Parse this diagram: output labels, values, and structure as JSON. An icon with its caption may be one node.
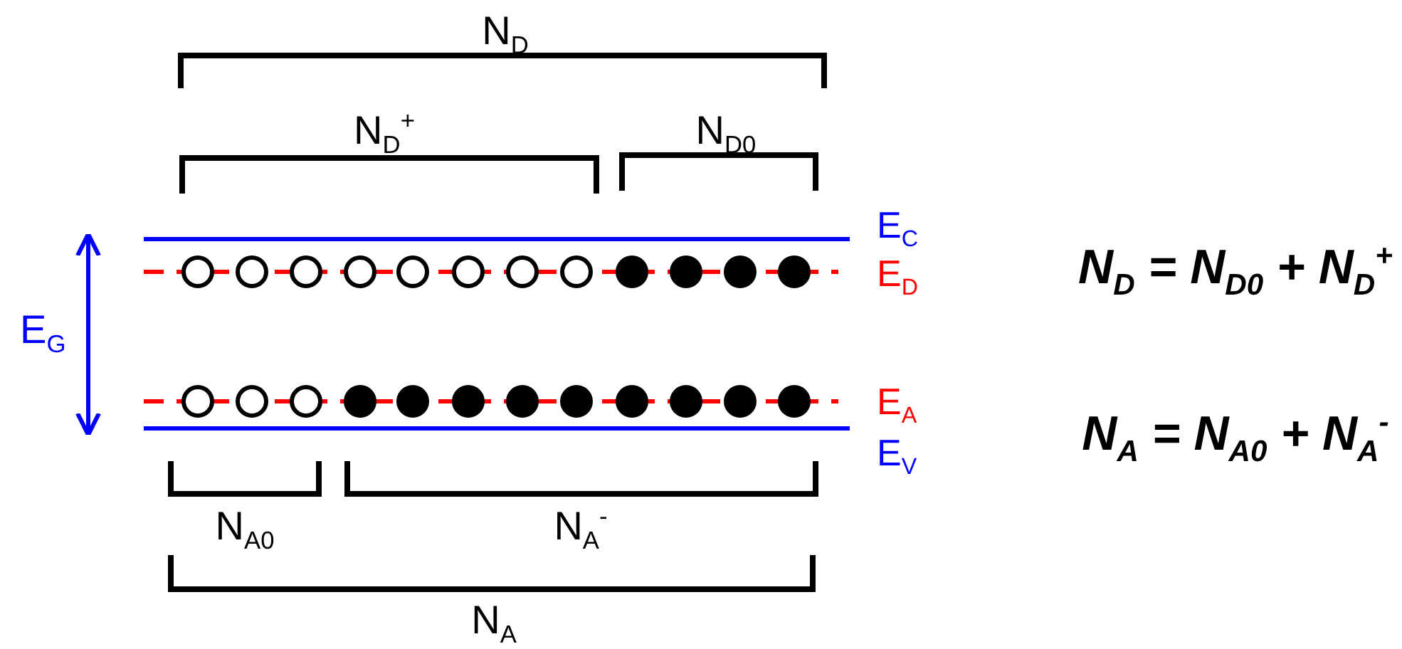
{
  "diagram": {
    "labels": [
      "N$_{D}$",
      "N$_{D}$$^{+}$",
      "N$_{D0}$",
      "E$_{C}$",
      "E$_{D}$",
      "E$_{G}$",
      "N$_{D}$ = N$_{D0}$ + N$_{D}$$^{+}$",
      "E$_{A}$",
      "E$_{V}$",
      "N$_{A}$ = N$_{A0}$ + N$_{A}$$^{-}$",
      "N$_{A0}$",
      "N$_{A}$$^{-}$",
      "N$_{A}$"
    ]
  }
}
